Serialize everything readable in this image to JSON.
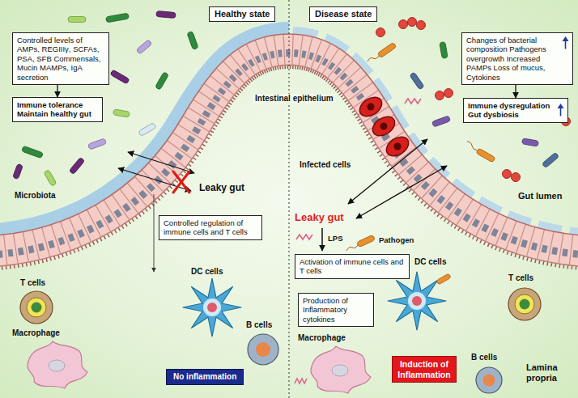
{
  "diagram": {
    "nodes": [
      {
        "text": [
          "Healthy state"
        ]
      },
      {
        "text": [
          "Disease state"
        ]
      },
      {
        "text": [
          "Controlled levels of AMPs, REGIIIγ, SCFAs, PSA, SFB Commensals, Mucin MAMPs, IgA secretion"
        ]
      },
      {
        "text": [
          "Immune tolerance Maintain healthy gut"
        ]
      },
      {
        "text": [
          "Changes of bacterial composition Pathogens overgrowth Increased PAMPs Loss of mucus, Cytokines"
        ]
      },
      {
        "text": [
          "Immune dysregulation Gut dysbiosis"
        ]
      },
      {
        "text": [
          "Controlled regulation of immune cells and T cells"
        ]
      },
      {
        "text": [
          "Activation of immune cells and T cells"
        ]
      },
      {
        "text": [
          "Production of Inflammatory cytokines"
        ]
      },
      {
        "text": [
          "No inflammation"
        ]
      },
      {
        "text": [
          "Induction of Inflammation"
        ]
      }
    ],
    "edges": [
      {
        "from": 2,
        "to": 3,
        "arrow": "to"
      },
      {
        "from": 4,
        "to": 5,
        "arrow": "to"
      }
    ],
    "labels": [
      "Intestinal epithelium",
      "Microbiota",
      "Leaky gut",
      "DC cells",
      "T cells",
      "Macrophage",
      "B cells",
      "Infected cells",
      "Leaky gut",
      "LPS",
      "Pathogen",
      "Gut lumen",
      "DC cells",
      "T cells",
      "B cells",
      "Macrophage",
      "Lamina propria"
    ]
  }
}
